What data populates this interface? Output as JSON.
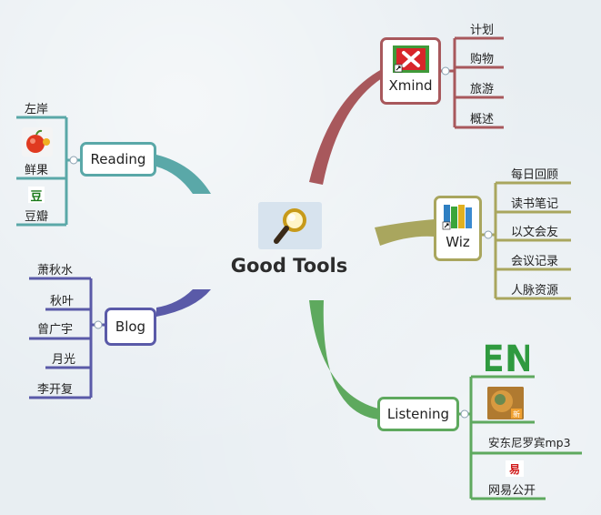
{
  "central": {
    "title": "Good Tools",
    "icon": "magnifier-icon"
  },
  "branches": {
    "xmind": {
      "label": "Xmind",
      "color": "#a8585c",
      "icon": "xmind-app-icon",
      "children": [
        "计划",
        "购物",
        "旅游",
        "概述"
      ]
    },
    "wiz": {
      "label": "Wiz",
      "color": "#a9a65e",
      "icon": "wiz-books-icon",
      "children": [
        "每日回顾",
        "读书笔记",
        "以文会友",
        "会议记录",
        "人脉资源"
      ]
    },
    "listening": {
      "label": "Listening",
      "color": "#5ea95e",
      "children": [
        {
          "label": "",
          "icon": "en-logo-icon"
        },
        {
          "label": "安东尼罗宾mp3",
          "icon": "audio-cover-icon"
        },
        {
          "label": "网易公开",
          "icon": "netease-icon"
        }
      ]
    },
    "reading": {
      "label": "Reading",
      "color": "#5aa8a8",
      "children": [
        {
          "label": "左岸",
          "icon": ""
        },
        {
          "label": "鲜果",
          "icon": "apple-icon"
        },
        {
          "label": "豆瓣",
          "icon": "douban-icon"
        }
      ]
    },
    "blog": {
      "label": "Blog",
      "color": "#5a5aa8",
      "children": [
        "萧秋水",
        "秋叶",
        "曾广宇",
        "月光",
        "李开复"
      ]
    }
  },
  "icons": {
    "douban_glyph": "豆",
    "netease_glyph": "易",
    "fruit_glyph": "新",
    "en_text": "EN"
  }
}
